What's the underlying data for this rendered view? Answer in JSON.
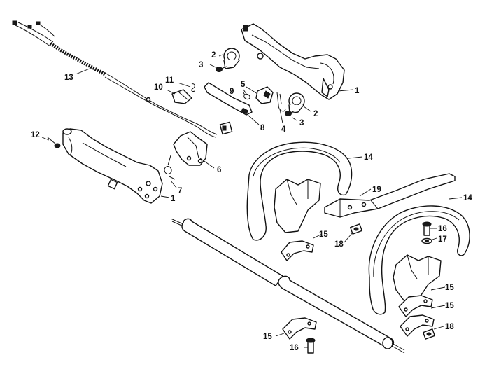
{
  "labels": {
    "p1a": "1",
    "p1b": "1",
    "p2a": "2",
    "p2b": "2",
    "p3a": "3",
    "p3b": "3",
    "p4": "4",
    "p5": "5",
    "p6": "6",
    "p7": "7",
    "p8": "8",
    "p9": "9",
    "p10": "10",
    "p11": "11",
    "p12": "12",
    "p13": "13",
    "p14a": "14",
    "p14b": "14",
    "p15a": "15",
    "p15b": "15",
    "p15c": "15",
    "p15d": "15",
    "p16a": "16",
    "p16b": "16",
    "p17": "17",
    "p18a": "18",
    "p18b": "18",
    "p19": "19"
  }
}
